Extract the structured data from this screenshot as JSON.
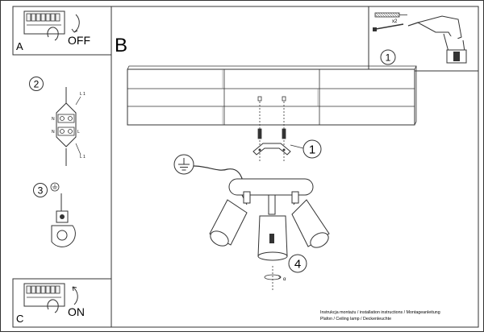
{
  "panels": {
    "a": {
      "letter": "A",
      "action": "OFF"
    },
    "b": {
      "letter": "B"
    },
    "c": {
      "letter": "C",
      "action": "ON"
    }
  },
  "steps": {
    "drill": "1",
    "bracket": "1",
    "terminal": "2",
    "ground": "3",
    "rotate": "4"
  },
  "terminal_labels": {
    "left_top": "N",
    "left_bottom": "N",
    "right_top": "L 1",
    "right_mid": "L",
    "right_bottom": "L 1"
  },
  "rotation_angle": "α",
  "qty": "x2",
  "footer": {
    "line1": "Instrukcja montażu / installation instructions / Montageanleitung",
    "line2": "Plafon / Ceiling lamp / Deckenleuchte"
  }
}
